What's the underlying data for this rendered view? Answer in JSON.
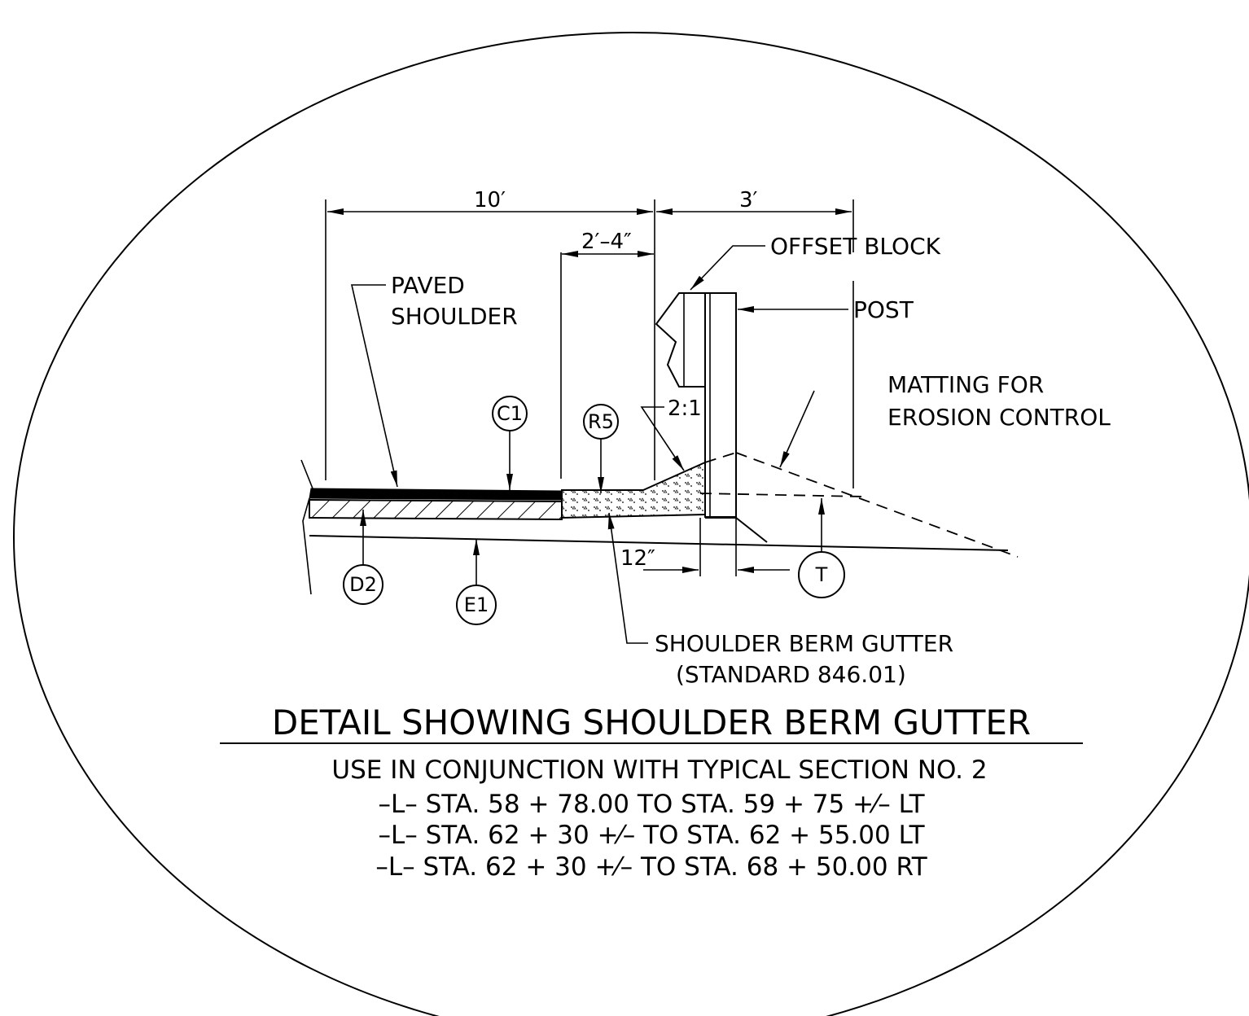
{
  "dimensions": {
    "width_10ft": "10′",
    "width_3ft": "3′",
    "offset_2ft4in": "2′–4″",
    "dist_12in": "12″",
    "slope": "2:1"
  },
  "labels": {
    "offset_block": "OFFSET BLOCK",
    "post": "POST",
    "paved_shoulder_1": "PAVED",
    "paved_shoulder_2": "SHOULDER",
    "matting_1": "MATTING  FOR",
    "matting_2": "EROSION  CONTROL",
    "berm_gutter_1": "SHOULDER BERM  GUTTER",
    "berm_gutter_2": "(STANDARD  846.01)"
  },
  "callouts": {
    "c1": "C1",
    "r5": "R5",
    "d2": "D2",
    "e1": "E1",
    "t": "T"
  },
  "title": "DETAIL SHOWING  SHOULDER BERM  GUTTER",
  "notes": [
    "USE IN  CONJUNCTION  WITH  TYPICAL SECTION  NO. 2",
    "–L–  STA. 58 + 78.00  TO   STA. 59 + 75   +⁄–  LT",
    "–L–  STA. 62 + 30   +⁄–  TO   STA. 62 + 55.00  LT",
    "–L–  STA. 62 + 30   +⁄–  TO   STA. 68 + 50.00  RT"
  ]
}
